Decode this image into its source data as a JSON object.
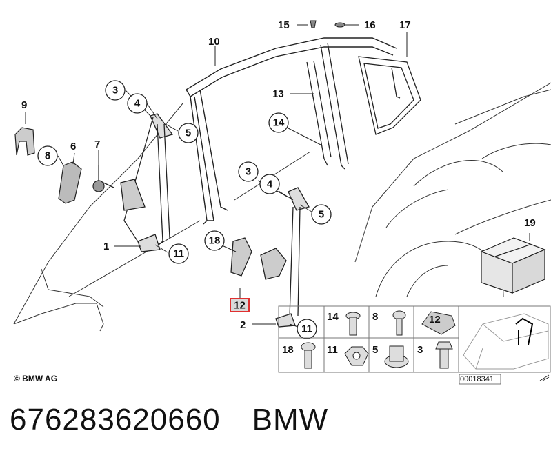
{
  "callouts": {
    "c1": "1",
    "c2": "2",
    "c3a": "3",
    "c3b": "3",
    "c4a": "4",
    "c4b": "4",
    "c5a": "5",
    "c5b": "5",
    "c6": "6",
    "c7": "7",
    "c8": "8",
    "c9": "9",
    "c10": "10",
    "c11a": "11",
    "c11b": "11",
    "c12": "12",
    "c13": "13",
    "c14": "14",
    "c15": "15",
    "c16": "16",
    "c17": "17",
    "c18": "18",
    "c19": "19"
  },
  "grid": {
    "g14": "14",
    "g8": "8",
    "g12": "12",
    "g18": "18",
    "g11": "11",
    "g5": "5",
    "g3": "3"
  },
  "copyright": "© BMW AG",
  "ref_number": "00018341",
  "highlight_color": "#e03030",
  "footer": {
    "part_number": "676283620660",
    "brand": "BMW"
  }
}
